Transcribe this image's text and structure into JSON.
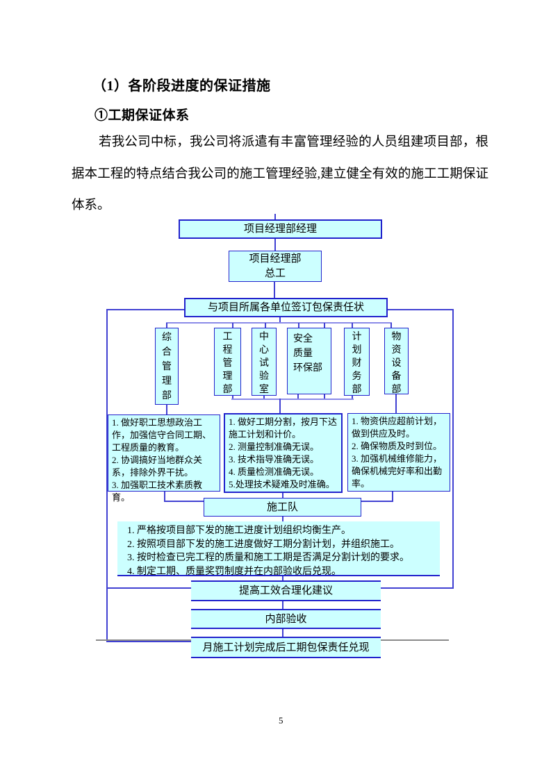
{
  "page": {
    "heading1": "（1）各阶段进度的保证措施",
    "heading2": "①工期保证体系",
    "paragraph": "若我公司中标，我公司将派遣有丰富管理经验的人员组建项目部，根据本工程的特点结合我公司的施工管理经验,建立健全有效的施工工期保证体系。",
    "page_number": "5"
  },
  "flowchart": {
    "top_box": "项目经理部经理",
    "chief_box": {
      "label": "项目经理部总工",
      "display": "项目经理部\n总工"
    },
    "band_box": "与项目所属各单位签订包保责任状",
    "departments": [
      {
        "label": "综合管理部",
        "display": "综\n合\n管\n理\n部"
      },
      {
        "label": "工程管理部",
        "display": "工\n程\n管\n理\n部"
      },
      {
        "label": "中心试验室",
        "display": "中\n心\n试\n验\n室"
      },
      {
        "label": "安全质量环保部",
        "display": "安全\n质量\n环保部"
      },
      {
        "label": "计划财务部",
        "display": "计\n划\n财\n务\n部"
      },
      {
        "label": "物资设备部",
        "display": "物\n资\n设\n备\n部"
      }
    ],
    "measures": {
      "left": {
        "items": [
          "1. 做好职工思想政治工作，加强信守合同工期、工程质量的教育。",
          "2. 协调搞好当地群众关系，排除外界干扰。",
          "3. 加强职工技术素质教育。"
        ]
      },
      "middle": {
        "items": [
          "1. 做好工期分割，按月下达施工计划和计价。",
          "2. 测量控制准确无误。",
          "3. 技术指导准确无误。",
          "4. 质量检测准确无误。",
          "5.处理技术疑难及时准确。"
        ]
      },
      "right": {
        "items": [
          "1. 物资供应超前计划，做到供应及时。",
          "2. 确保物质及时到位。",
          "3. 加强机械维修能力，确保机械完好率和出勤率。"
        ]
      }
    },
    "team_box": "施工队",
    "team_duties": {
      "items": [
        "1. 严格按项目部下发的施工进度计划组织均衡生产。",
        "2. 按照项目部下发的施工进度做好工期分割计划，并组织施工。",
        "3. 按时检查已完工程的质量和施工工期是否满足分割计划的要求。",
        "4. 制定工期、质量奖罚制度并在内部验收后兑现。"
      ]
    },
    "bottom_boxes": [
      "提高工效合理化建议",
      "内部验收",
      "月施工计划完成后工期包保责任兑现"
    ],
    "colors": {
      "box_fill": "#ccffff",
      "box_border": "#2121cc",
      "connector_main": "#4040d2",
      "connector_branch": "#8a8ae8",
      "baseline_gray": "#8a8a8a"
    }
  }
}
